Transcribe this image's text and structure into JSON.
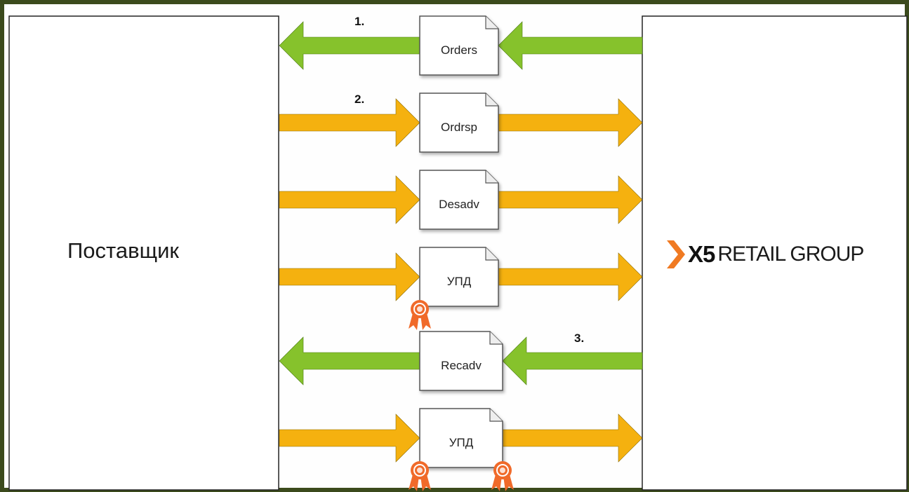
{
  "supplier_label": "Поставщик",
  "retailer_logo": {
    "mark": "X5",
    "text": "RETAIL GROUP",
    "chevron_color": "#f07a22"
  },
  "colors": {
    "outbound_arrow": "#f5b10f",
    "inbound_arrow": "#86c22c",
    "frame": "#3b4a1c",
    "seal": "#f06a2a"
  },
  "messages": [
    {
      "doc": "Orders",
      "step": "1.",
      "direction": "to-supplier",
      "seals": 0
    },
    {
      "doc": "Ordrsp",
      "step": "2.",
      "direction": "to-retailer",
      "seals": 0
    },
    {
      "doc": "Desadv",
      "step": "",
      "direction": "to-retailer",
      "seals": 0
    },
    {
      "doc": "УПД",
      "step": "",
      "direction": "to-retailer",
      "seals": 1
    },
    {
      "doc": "Recadv",
      "step": "3.",
      "direction": "to-supplier",
      "seals": 0
    },
    {
      "doc": "УПД",
      "step": "",
      "direction": "to-retailer",
      "seals": 2
    }
  ]
}
